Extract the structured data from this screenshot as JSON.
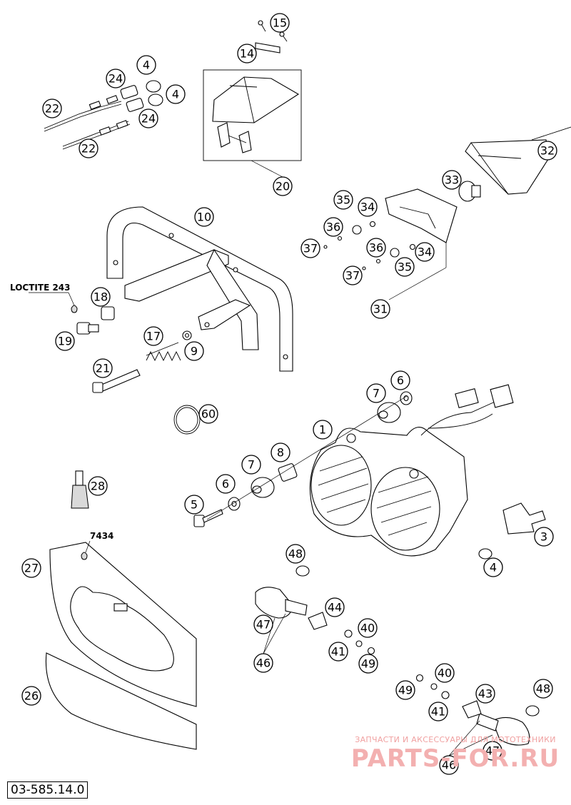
{
  "drawing_code": "03-585.14.0",
  "notes": {
    "loctite": "LOCTITE 243",
    "code_7434": "7434"
  },
  "watermark": {
    "top_text": "ЗАПЧАСТИ И АКСЕССУАРЫ ДЛЯ МОТОТЕХНИКИ",
    "main_text": "PARTS-FOR.RU"
  },
  "callouts": [
    "1",
    "3",
    "4",
    "4",
    "4",
    "5",
    "6",
    "6",
    "7",
    "7",
    "8",
    "9",
    "10",
    "14",
    "15",
    "17",
    "18",
    "19",
    "20",
    "21",
    "22",
    "22",
    "24",
    "24",
    "26",
    "27",
    "28",
    "31",
    "32",
    "33",
    "34",
    "34",
    "35",
    "35",
    "36",
    "36",
    "37",
    "37",
    "40",
    "40",
    "41",
    "41",
    "43",
    "44",
    "46",
    "46",
    "47",
    "47",
    "48",
    "48",
    "49",
    "49",
    "60"
  ]
}
